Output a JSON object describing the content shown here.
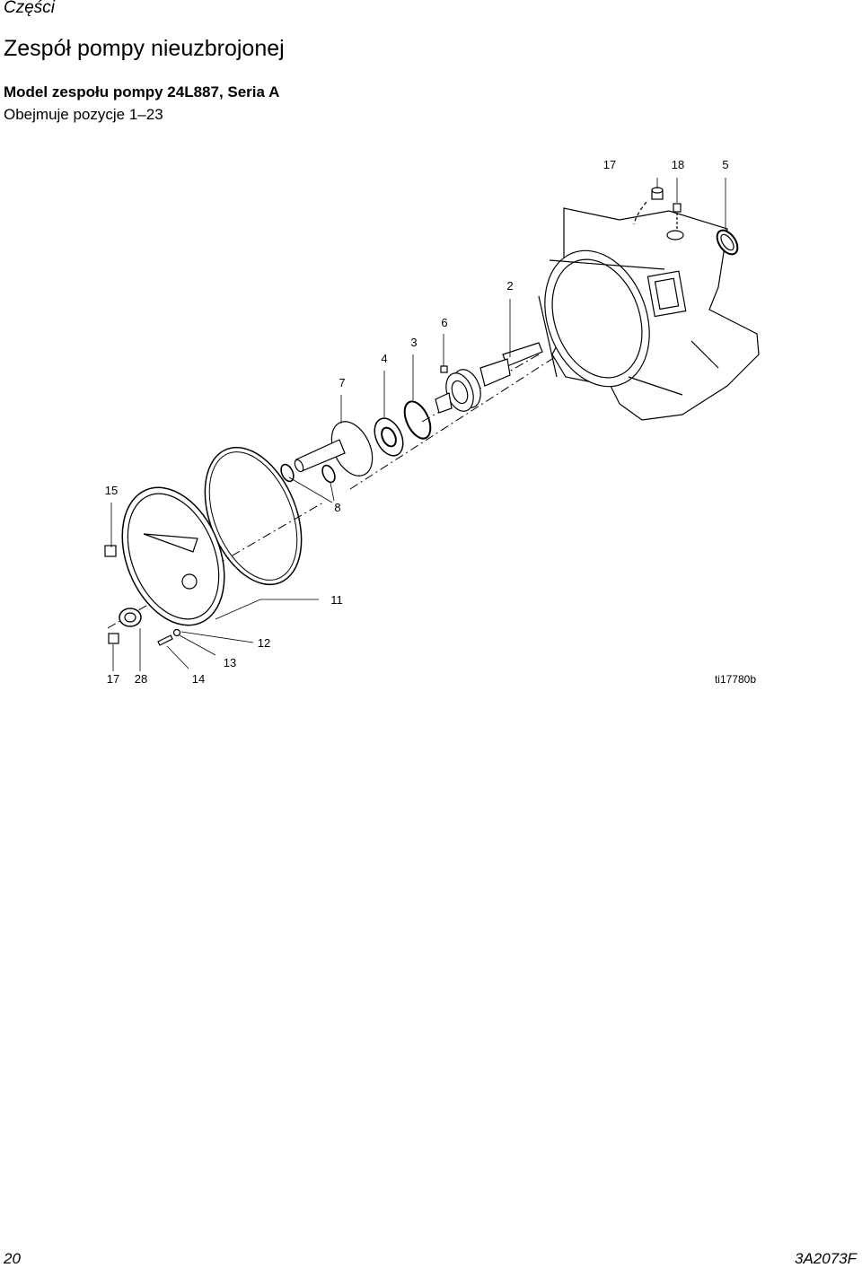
{
  "header": {
    "section": "Części",
    "title": "Zespół pompy nieuzbrojonej",
    "model": "Model zespołu pompy 24L887, Seria A",
    "includes": "Obejmuje pozycje 1–23"
  },
  "diagram": {
    "callouts": {
      "c17a": "17",
      "c18": "18",
      "c5": "5",
      "c2": "2",
      "c6": "6",
      "c3": "3",
      "c4": "4",
      "c7": "7",
      "c15": "15",
      "c8": "8",
      "c11": "11",
      "c12": "12",
      "c13": "13",
      "c17b": "17",
      "c28": "28",
      "c14": "14"
    },
    "figure_id": "ti17780b"
  },
  "footer": {
    "page_number": "20",
    "doc_number": "3A2073F"
  }
}
